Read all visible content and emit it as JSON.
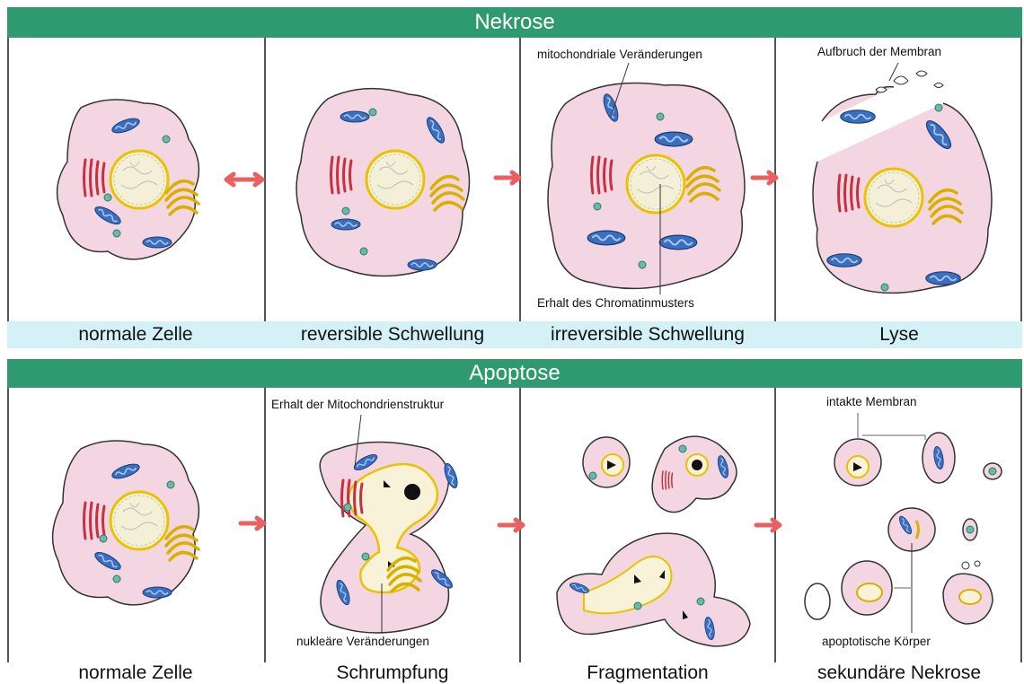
{
  "necrosis": {
    "title": "Nekrose",
    "captions": [
      "normale Zelle",
      "reversible Schwellung",
      "irreversible Schwellung",
      "Lyse"
    ],
    "labels": {
      "mito": "mitochondriale Veränderungen",
      "chromatin": "Erhalt des Chromatinmusters",
      "membrane": "Aufbruch der Membran"
    }
  },
  "apoptosis": {
    "title": "Apoptose",
    "captions": [
      "normale Zelle",
      "Schrumpfung",
      "Fragmentation",
      "sekundäre Nekrose"
    ],
    "labels": {
      "mito": "Erhalt der Mitochondrienstruktur",
      "nuclear": "nukleäre Veränderungen",
      "intact": "intakte Membran",
      "bodies": "apoptotische Körper"
    }
  },
  "colors": {
    "header": "#2f9a6f",
    "caption_bg": "#d4f1f8",
    "cytoplasm": "#f3d6e2",
    "nucleus_border": "#e8c400",
    "mitochondria": "#3a6fc0",
    "er": "#c83040",
    "golgi": "#e0b800",
    "arrow": "#e86060"
  }
}
